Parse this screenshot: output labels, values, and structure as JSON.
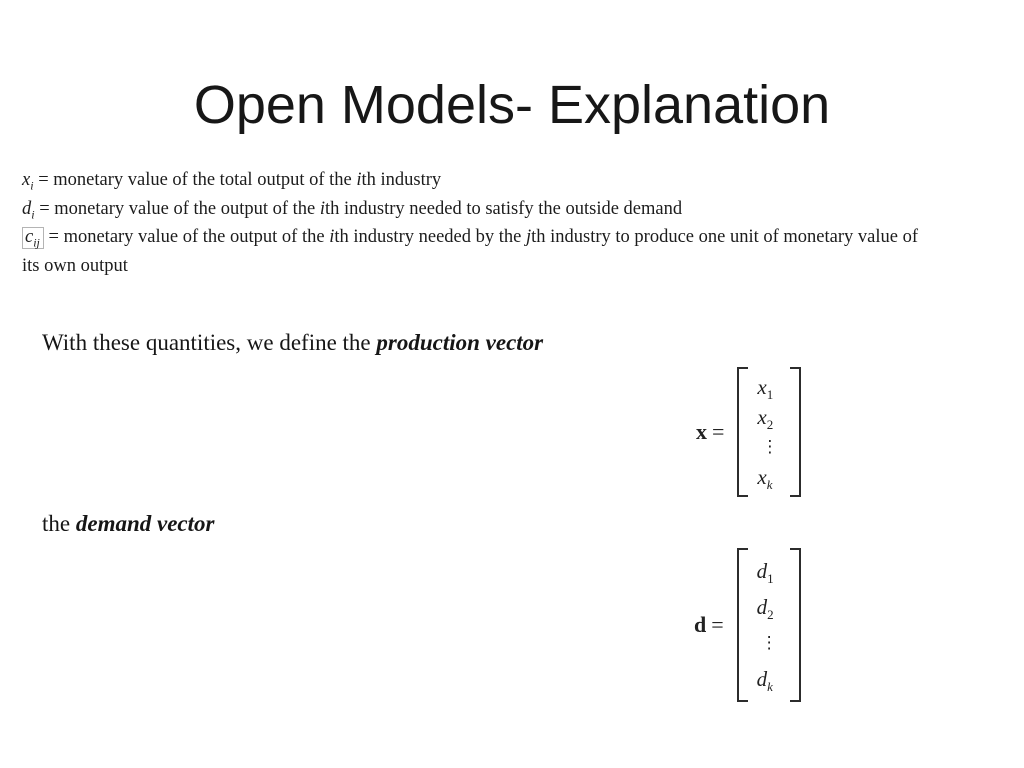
{
  "title": "Open Models- Explanation",
  "defs": {
    "line1": {
      "v": "x",
      "s": "i",
      "mid": " = monetary value of the total output of the ",
      "i1": "i",
      "end": "th industry"
    },
    "line2": {
      "v": "d",
      "s": "i",
      "mid": " = monetary value of the output of the ",
      "i1": "i",
      "end": "th industry needed to satisfy the outside demand"
    },
    "line3": {
      "v": "c",
      "s": "ij",
      "mid": " = monetary value of the output of the ",
      "i1": "i",
      "mid2": "th industry needed by the ",
      "i2": "j",
      "end": "th industry to produce one unit of monetary value of"
    },
    "line4": "its own output"
  },
  "paragraphs": {
    "production": {
      "pre": "With these quantities, we define the ",
      "emph": "production vector"
    },
    "demand": {
      "pre": "the ",
      "emph": "demand vector"
    }
  },
  "equations": {
    "production_vector": {
      "lhs": "x",
      "equals": "=",
      "rows": [
        {
          "base": "x",
          "sub": "1"
        },
        {
          "base": "x",
          "sub": "2"
        },
        {
          "dots": "⋮"
        },
        {
          "base": "x",
          "sub": "k"
        }
      ]
    },
    "demand_vector": {
      "lhs": "d",
      "equals": "=",
      "rows": [
        {
          "base": "d",
          "sub": "1"
        },
        {
          "base": "d",
          "sub": "2"
        },
        {
          "dots": "⋮"
        },
        {
          "base": "d",
          "sub": "k"
        }
      ]
    }
  },
  "colors": {
    "background": "#ffffff",
    "text": "#1c1c1c",
    "highlight_box_border": "#b4b4b4"
  }
}
